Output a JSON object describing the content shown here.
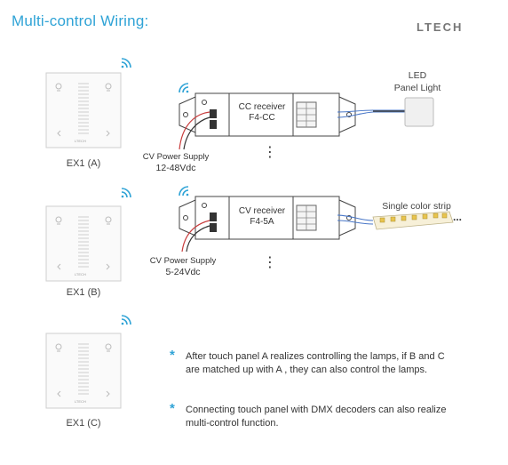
{
  "header": {
    "title": "Multi-control Wiring:",
    "logo": "LTECH"
  },
  "panels": [
    {
      "caption": "EX1 (A)",
      "brand": "LTECH"
    },
    {
      "caption": "EX1 (B)",
      "brand": "LTECH"
    },
    {
      "caption": "EX1 (C)",
      "brand": "LTECH"
    }
  ],
  "receivers": [
    {
      "line1": "CC receiver",
      "line2": "F4-CC",
      "supply": "CV Power Supply",
      "voltage": "12-48Vdc"
    },
    {
      "line1": "CV receiver",
      "line2": "F4-5A",
      "supply": "CV Power Supply",
      "voltage": "5-24Vdc"
    }
  ],
  "loads": {
    "led_panel_line1": "LED",
    "led_panel_line2": "Panel Light",
    "strip": "Single color strip",
    "strip_more": "..."
  },
  "ellipsis": "⋮",
  "notes": [
    {
      "line1": "After touch panel A realizes controlling the lamps, if B and C",
      "line2": "are matched up with A , they can also control the lamps."
    },
    {
      "line1": "Connecting touch panel with DMX decoders can also realize",
      "line2": "multi-control function."
    }
  ],
  "note_marker": "*",
  "colors": {
    "accent": "#2fa3d6",
    "wire_blue": "#4a78c8",
    "wire_red": "#c83c3c"
  }
}
